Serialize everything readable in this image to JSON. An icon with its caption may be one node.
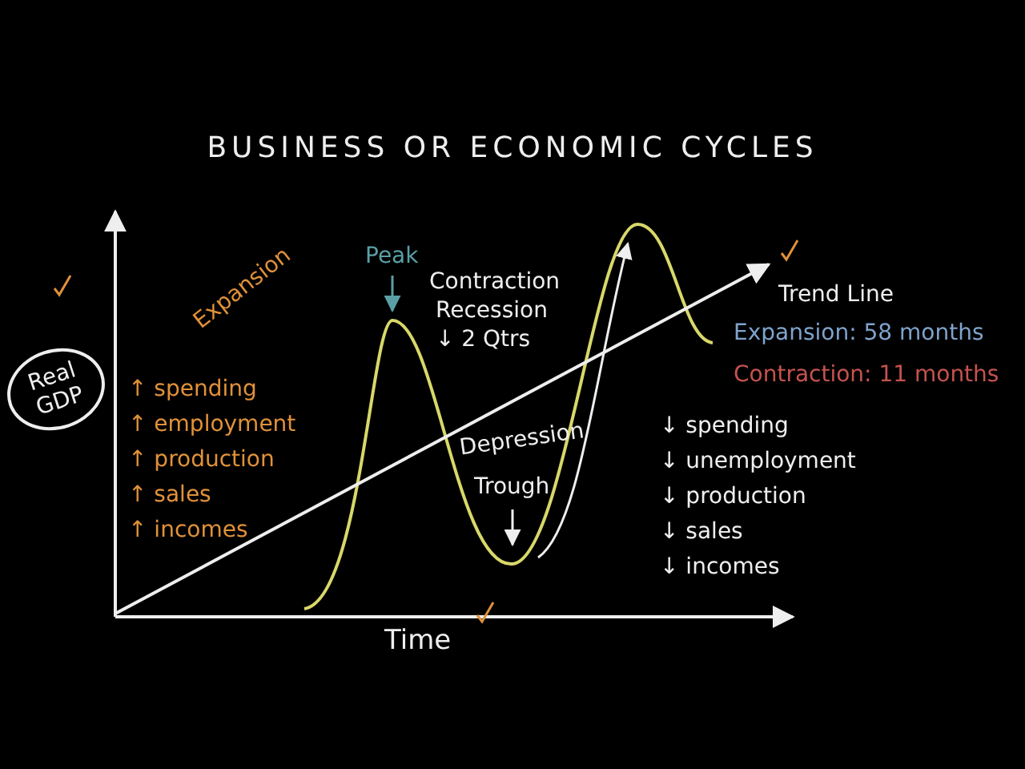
{
  "diagram": {
    "title": "BUSINESS OR ECONOMIC CYCLES",
    "nodes": [
      {
        "text": [
          "Real GDP"
        ]
      }
    ],
    "labels": [
      "Peak",
      "Expansion",
      "↑ spending",
      "↑ employment",
      "↑ production",
      "↑ sales",
      "↑ incomes",
      "Contraction",
      "Recession",
      "↓ 2 Qtrs",
      "Depression",
      "Trough",
      "Trend Line",
      "Expansion: 58 months",
      "Contraction: 11 months",
      "↓ spending",
      "↓ unemployment",
      "↓ production",
      "↓ sales",
      "↓ incomes",
      "Time"
    ]
  }
}
